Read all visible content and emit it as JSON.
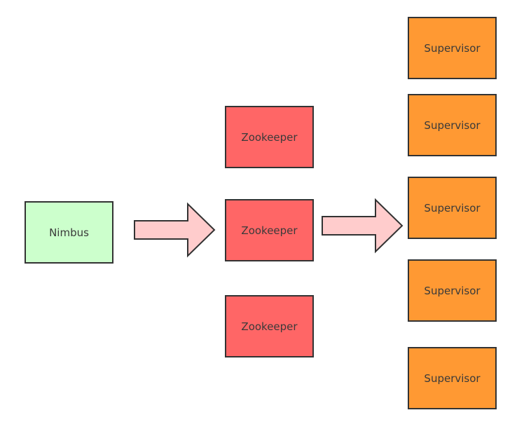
{
  "nimbus": {
    "label": "Nimbus"
  },
  "zookeepers": [
    {
      "label": "Zookeeper"
    },
    {
      "label": "Zookeeper"
    },
    {
      "label": "Zookeeper"
    }
  ],
  "supervisors": [
    {
      "label": "Supervisor"
    },
    {
      "label": "Supervisor"
    },
    {
      "label": "Supervisor"
    },
    {
      "label": "Supervisor"
    },
    {
      "label": "Supervisor"
    }
  ],
  "colors": {
    "nimbus_fill": "#ccffcc",
    "zookeeper_fill": "#ff6666",
    "supervisor_fill": "#ff9933",
    "arrow_fill": "#ffcccc",
    "stroke": "#333333"
  }
}
